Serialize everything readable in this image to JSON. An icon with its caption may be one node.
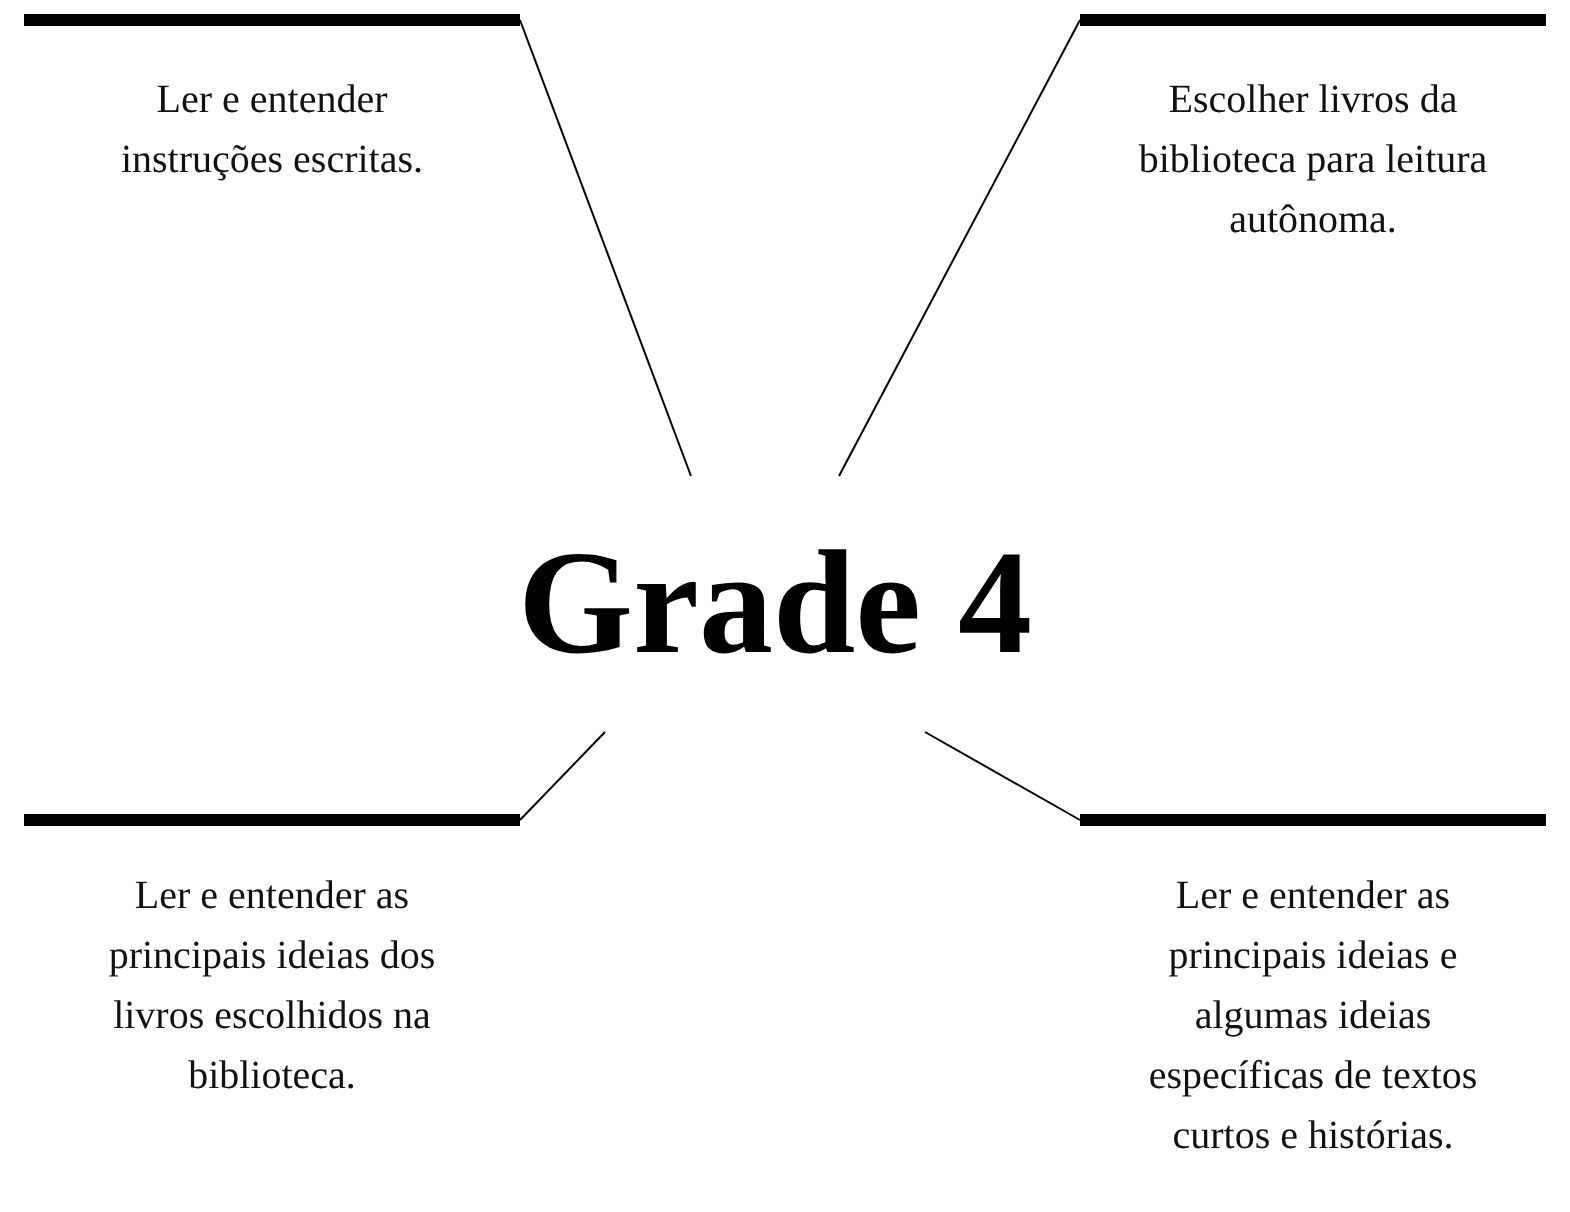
{
  "diagram": {
    "nodes": [
      {
        "text": [
          "Ler e entender instruções escritas."
        ]
      },
      {
        "text": [
          "Escolher livros da biblioteca para leitura autônoma."
        ]
      },
      {
        "text": [
          "Grade 4"
        ]
      },
      {
        "text": [
          "Ler e entender as principais ideias dos livros escolhidos na biblioteca."
        ]
      },
      {
        "text": [
          "Ler e entender as principais ideias e algumas ideias específicas de textos curtos e histórias."
        ]
      }
    ],
    "edges": [
      {
        "from": 2,
        "to": 0,
        "arrow": "none"
      },
      {
        "from": 2,
        "to": 1,
        "arrow": "none"
      },
      {
        "from": 2,
        "to": 3,
        "arrow": "none"
      },
      {
        "from": 2,
        "to": 4,
        "arrow": "none"
      }
    ]
  }
}
